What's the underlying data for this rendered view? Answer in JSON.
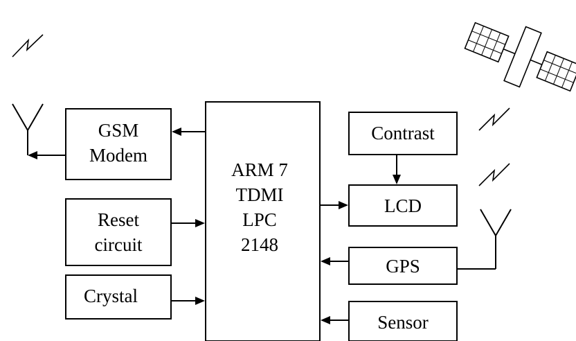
{
  "blocks": {
    "gsm_modem": [
      "GSM",
      "Modem"
    ],
    "reset_circuit": [
      "Reset",
      "circuit"
    ],
    "crystal": [
      "Crystal"
    ],
    "processor": [
      "ARM 7",
      "TDMI",
      "LPC",
      "2148"
    ],
    "contrast": [
      "Contrast"
    ],
    "lcd": [
      "LCD"
    ],
    "gps": [
      "GPS"
    ],
    "sensor": [
      "Sensor"
    ]
  },
  "icons": [
    "satellite-icon",
    "antenna-icon",
    "wireless-signal-icon"
  ],
  "colors": {
    "stroke": "#000000",
    "fill": "#ffffff"
  }
}
